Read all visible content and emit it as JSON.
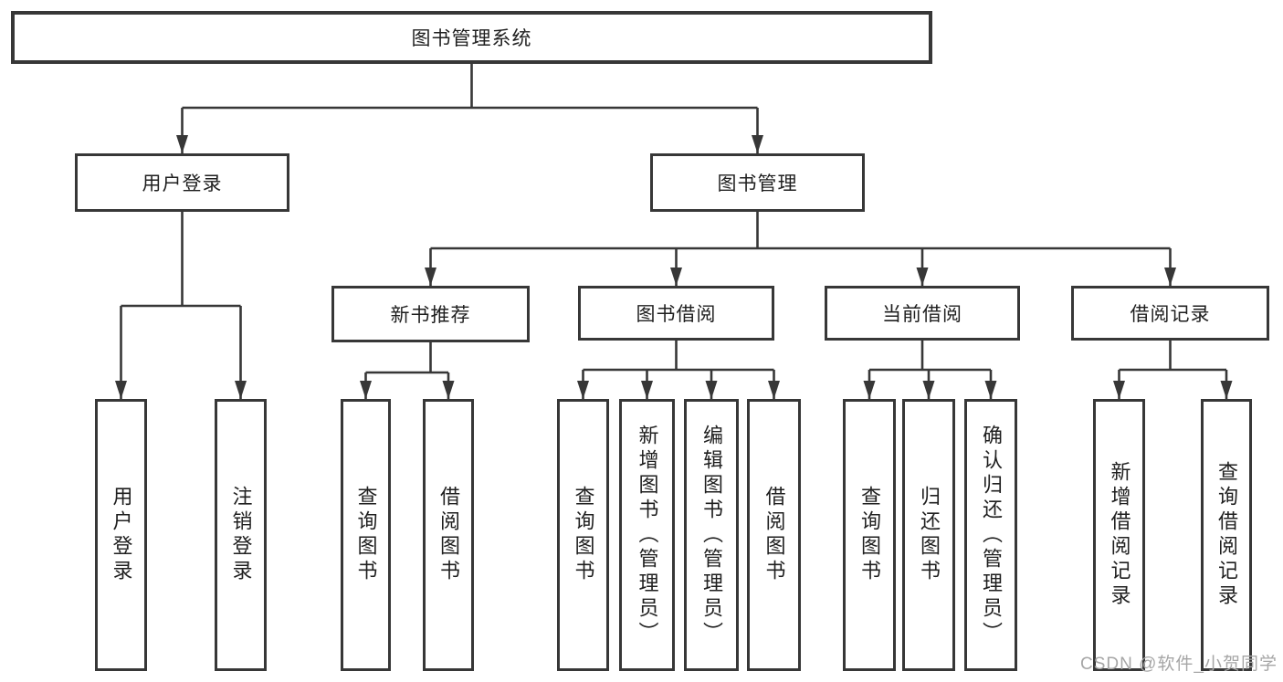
{
  "diagram": {
    "root": {
      "label": "图书管理系统"
    },
    "level2": [
      {
        "label": "用户登录"
      },
      {
        "label": "图书管理"
      }
    ],
    "level3": [
      {
        "label": "新书推荐"
      },
      {
        "label": "图书借阅"
      },
      {
        "label": "当前借阅"
      },
      {
        "label": "借阅记录"
      }
    ],
    "leaves": [
      {
        "label": "用户登录"
      },
      {
        "label": "注销登录"
      },
      {
        "label": "查询图书"
      },
      {
        "label": "借阅图书"
      },
      {
        "label": "查询图书"
      },
      {
        "label": "新增图书（管理员）"
      },
      {
        "label": "编辑图书（管理员）"
      },
      {
        "label": "借阅图书"
      },
      {
        "label": "查询图书"
      },
      {
        "label": "归还图书"
      },
      {
        "label": "确认归还（管理员）"
      },
      {
        "label": "新增借阅记录"
      },
      {
        "label": "查询借阅记录"
      }
    ]
  },
  "watermark": {
    "text": "CSDN @软件_小贺同学"
  },
  "colors": {
    "line": "#373737",
    "box_border": "#373737",
    "box_fill": "#ffffff",
    "text": "#1f1f1f",
    "watermark": "#a6a6a6",
    "background": "#ffffff"
  }
}
